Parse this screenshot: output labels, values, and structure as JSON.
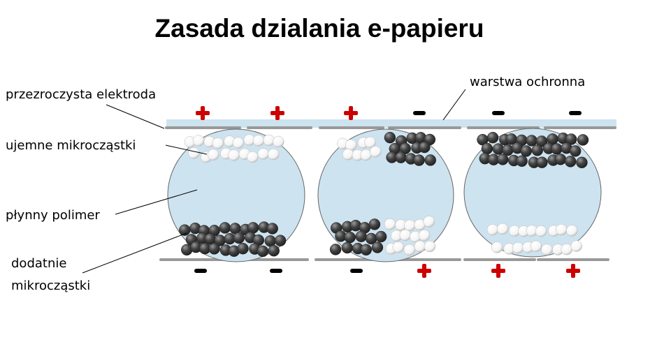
{
  "title": "Zasada dzialania e-papieru",
  "labels": {
    "electrode": "przezroczysta elektroda",
    "negative": "ujemne mikrocząstki",
    "polymer": "płynny polimer",
    "positive_line1": "dodatnie",
    "positive_line2": "mikrocząstki",
    "protective": "warstwa ochronna"
  },
  "top_signs": [
    "+",
    "+",
    "+",
    "−",
    "−",
    "−"
  ],
  "bottom_signs": [
    "−",
    "−",
    "−",
    "+",
    "+",
    "+"
  ],
  "colors": {
    "plus": "#cc0000",
    "minus": "#000000",
    "fluid": "#cde3ef",
    "electrode": "#999999",
    "protective_layer": "#cde3ef"
  }
}
